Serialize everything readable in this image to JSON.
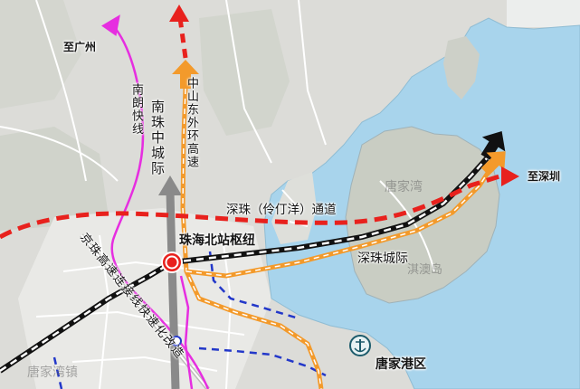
{
  "map": {
    "labels": {
      "to_guangzhou": "至广州",
      "nanlang_expressway": "南朗快线",
      "nanzhu_intercity_rail": "南珠中城际",
      "zhongshan_east_ring_expressway": "中山东外环高速",
      "shenzhu_lingdingyang_channel": "深珠（伶仃洋）通道",
      "tangjiawan": "唐家湾",
      "to_shenzhen": "至深圳",
      "zhuhai_north_station_hub": "珠海北站枢纽",
      "shenzhu_intercity_rail": "深珠城际",
      "qiao_island": "淇澳岛",
      "jingzhu_link_upgrade": "京珠高速连接线快速化改造",
      "tangjia_port_area": "唐家港区",
      "tangjiawan_town": "唐家湾镇"
    },
    "colors": {
      "sea": "#a8d4ec",
      "land": "#dcdcd8",
      "island": "#c9cdc3",
      "shenzhu_channel": "#e8211d",
      "nanlang_expressway": "#e62ee0",
      "zhongshan_east_ring": "#f39a2b",
      "nanzhu_intercity": "#8a8a8a",
      "rail": "#111111",
      "planned_roads": "#2338c9"
    },
    "icons": [
      "station-hub-icon",
      "small-station-icon",
      "port-anchor-icon",
      "arrow-up-icon",
      "arrow-right-icon",
      "arrow-up-right-icon"
    ]
  }
}
